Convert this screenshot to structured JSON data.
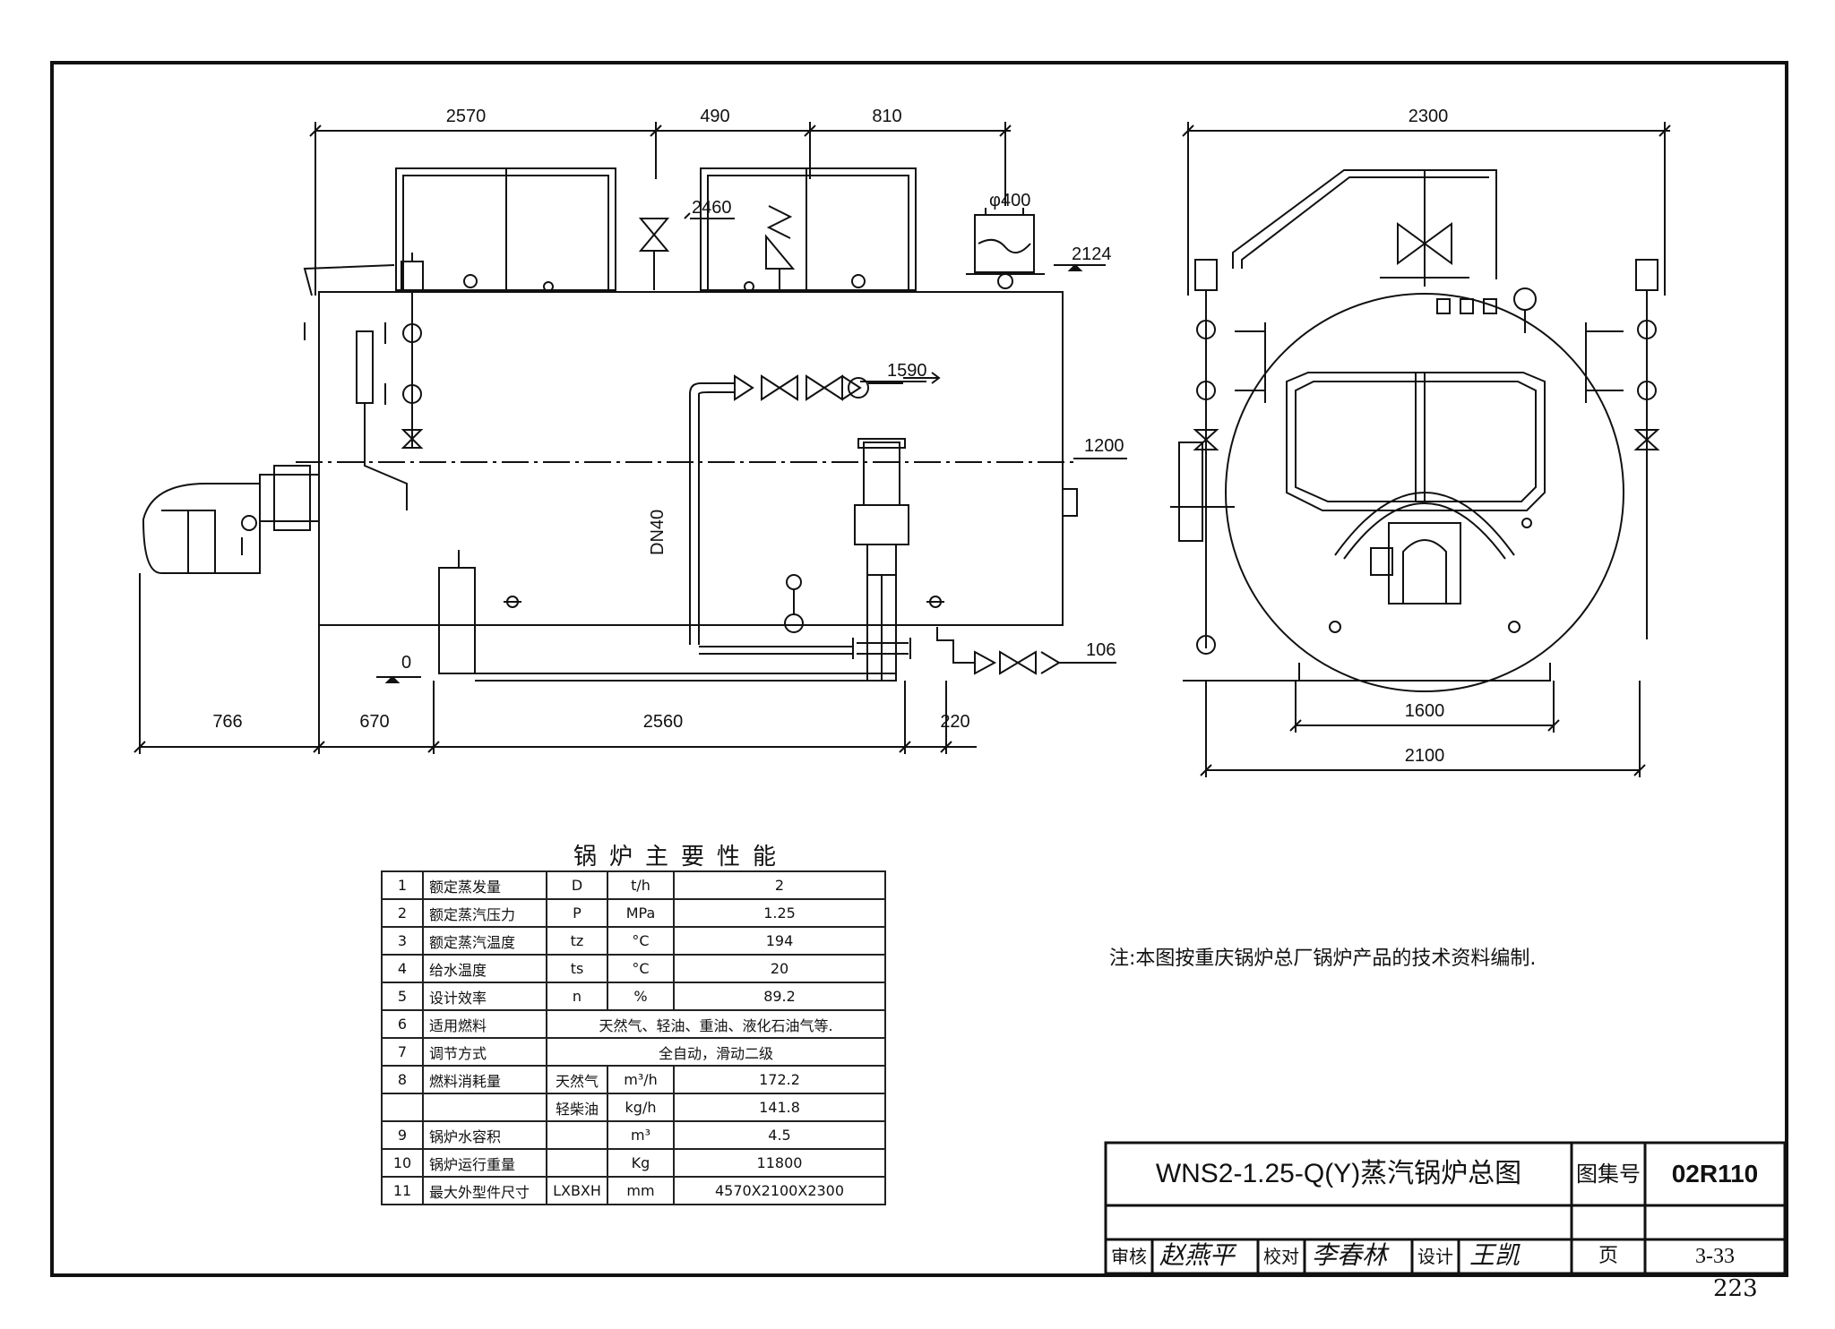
{
  "drawing": {
    "front_view": {
      "dims_top": [
        "2570",
        "490",
        "810"
      ],
      "dims_bottom": [
        "766",
        "670",
        "2560",
        "220"
      ],
      "elevations": [
        "2460",
        "2124",
        "1590",
        "1200",
        "106",
        "0"
      ],
      "diameter": "φ400",
      "pipe_label": "DN40"
    },
    "side_view": {
      "dim_top": "2300",
      "dim_inner": "1600",
      "dim_outer": "2100"
    }
  },
  "performance": {
    "title": "锅炉主要性能",
    "rows": [
      {
        "no": "1",
        "name": "额定蒸发量",
        "symbol": "D",
        "unit": "t/h",
        "value": "2"
      },
      {
        "no": "2",
        "name": "额定蒸汽压力",
        "symbol": "P",
        "unit": "MPa",
        "value": "1.25"
      },
      {
        "no": "3",
        "name": "额定蒸汽温度",
        "symbol": "tz",
        "unit": "°C",
        "value": "194"
      },
      {
        "no": "4",
        "name": "给水温度",
        "symbol": "ts",
        "unit": "°C",
        "value": "20"
      },
      {
        "no": "5",
        "name": "设计效率",
        "symbol": "n",
        "unit": "%",
        "value": "89.2"
      },
      {
        "no": "6",
        "name": "适用燃料",
        "span_value": "天然气、轻油、重油、液化石油气等."
      },
      {
        "no": "7",
        "name": "调节方式",
        "span_value": "全自动，滑动二级"
      },
      {
        "no": "8",
        "name": "燃料消耗量",
        "symbol": "天然气",
        "unit": "m³/h",
        "value": "172.2"
      },
      {
        "no": "",
        "name": "",
        "symbol": "轻柴油",
        "unit": "kg/h",
        "value": "141.8"
      },
      {
        "no": "9",
        "name": "锅炉水容积",
        "symbol": "",
        "unit": "m³",
        "value": "4.5"
      },
      {
        "no": "10",
        "name": "锅炉运行重量",
        "symbol": "",
        "unit": "Kg",
        "value": "11800"
      },
      {
        "no": "11",
        "name": "最大外型件尺寸",
        "symbol": "LXBXH",
        "unit": "mm",
        "value": "4570X2100X2300"
      }
    ]
  },
  "note": "注:本图按重庆锅炉总厂锅炉产品的技术资料编制.",
  "title_block": {
    "title": "WNS2-1.25-Q(Y)蒸汽锅炉总图",
    "atlas_label": "图集号",
    "atlas_no": "02R110",
    "review_label": "审核",
    "review_sign": "赵燕平",
    "check_label": "校对",
    "check_sign": "李春林",
    "design_label": "设计",
    "design_sign": "王凯",
    "page_label": "页",
    "page_no": "3-33"
  },
  "page_number": "223"
}
